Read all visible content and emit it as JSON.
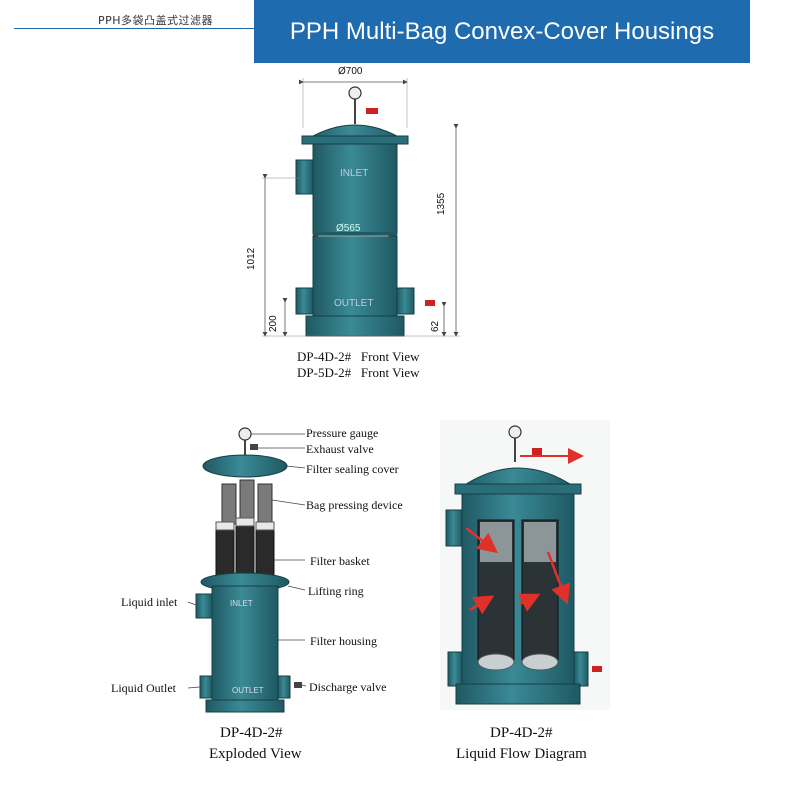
{
  "header": {
    "chinese_title": "PPH多袋凸盖式过滤器",
    "title": "PPH Multi-Bag Convex-Cover Housings"
  },
  "front_view": {
    "dimensions": {
      "top_diameter": "Ø700",
      "body_diameter": "Ø565",
      "total_height": "1355",
      "inlet_height": "1012",
      "outlet_height": "200",
      "drain_height": "62"
    },
    "body_labels": {
      "inlet": "INLET",
      "outlet": "OUTLET"
    },
    "caption_line1": "DP-4D-2#   Front View",
    "caption_line2": "DP-5D-2#   Front View"
  },
  "exploded_view": {
    "callouts": {
      "pressure_gauge": "Pressure gauge",
      "exhaust_valve": "Exhaust valve",
      "filter_sealing_cover": "Filter sealing cover",
      "bag_pressing_device": "Bag pressing device",
      "filter_basket": "Filter basket",
      "lifting_ring": "Lifting ring",
      "liquid_inlet": "Liquid inlet",
      "filter_housing": "Filter housing",
      "liquid_outlet": "Liquid Outlet",
      "discharge_valve": "Discharge valve"
    },
    "body_labels": {
      "inlet": "INLET",
      "outlet": "OUTLET"
    },
    "model": "DP-4D-2#",
    "caption": "Exploded View"
  },
  "flow_diagram": {
    "model": "DP-4D-2#",
    "caption": "Liquid Flow Diagram"
  },
  "colors": {
    "header_blue": "#1e6bb0",
    "housing_teal": "#2f7a86",
    "housing_dark": "#1f5963",
    "flow_red": "#e0302a"
  }
}
